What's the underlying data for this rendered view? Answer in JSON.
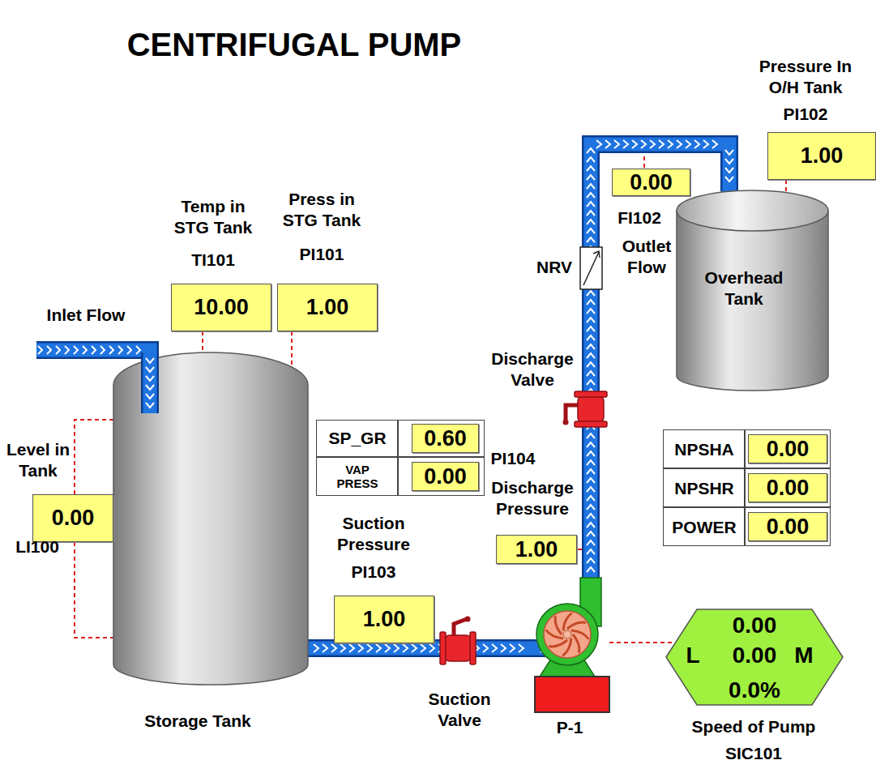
{
  "diagram": {
    "title": "CENTRIFUGAL PUMP",
    "nodes": [
      {
        "text": [
          "Temp in STG Tank",
          "TI101",
          "10.00"
        ]
      },
      {
        "text": [
          "Press in STG Tank",
          "PI101",
          "1.00"
        ]
      },
      {
        "text": [
          "Storage Tank"
        ]
      },
      {
        "text": [
          "Level in Tank",
          "0.00",
          "LI100"
        ]
      },
      {
        "text": [
          "SP_GR"
        ]
      },
      {
        "text": [
          "0.60"
        ],
        "in": 4
      },
      {
        "text": [
          "VAP PRESS"
        ]
      },
      {
        "text": [
          "0.00"
        ],
        "in": 6
      },
      {
        "text": [
          "Suction Pressure",
          "PI103",
          "1.00"
        ]
      },
      {
        "text": [
          "P-1"
        ]
      },
      {
        "text": [
          "PI104",
          "Discharge Pressure",
          "1.00"
        ]
      },
      {
        "text": [
          "0.00",
          "FI102",
          "Outlet Flow"
        ]
      },
      {
        "text": [
          "Pressure In O/H Tank",
          "PI102",
          "1.00"
        ]
      },
      {
        "text": [
          "Overhead Tank"
        ]
      },
      {
        "text": [
          "NPSHA"
        ]
      },
      {
        "text": [
          "0.00"
        ],
        "in": 14
      },
      {
        "text": [
          "NPSHR"
        ]
      },
      {
        "text": [
          "0.00"
        ],
        "in": 16
      },
      {
        "text": [
          "POWER"
        ]
      },
      {
        "text": [
          "0.00"
        ],
        "in": 18
      },
      {
        "text": [
          "0.00",
          "L",
          "0.00",
          "M",
          "0.0%",
          "Speed of Pump",
          "SIC101"
        ]
      }
    ],
    "edges": [
      {
        "from": 0,
        "to": 2,
        "arrow": "none"
      },
      {
        "from": 1,
        "to": 2,
        "arrow": "none"
      },
      {
        "from": 3,
        "to": 2,
        "arrow": "none"
      },
      {
        "from": 2,
        "to": 9,
        "arrow": "none"
      },
      {
        "from": 9,
        "to": 13,
        "arrow": "none"
      },
      {
        "from": 12,
        "to": 13,
        "arrow": "none"
      },
      {
        "from": 9,
        "to": 20,
        "arrow": "none"
      }
    ],
    "labels": [
      "Inlet Flow",
      "NRV",
      "Discharge Valve",
      "Suction Valve"
    ]
  }
}
